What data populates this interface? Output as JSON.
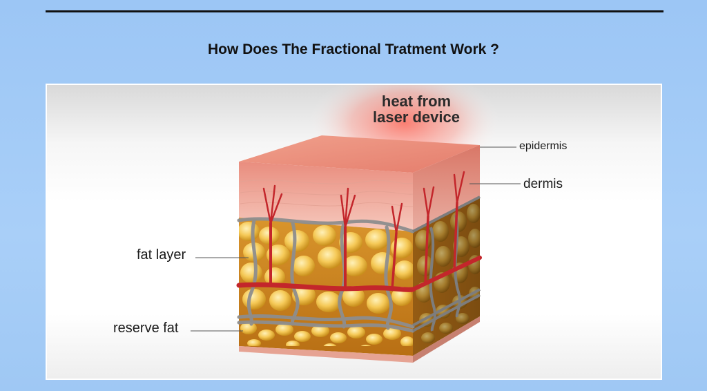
{
  "title": "How Does The Fractional Tratment Work ?",
  "diagram": {
    "heat_label_line1": "heat from",
    "heat_label_line2": "laser device",
    "labels": {
      "epidermis": "epidermis",
      "dermis": "dermis",
      "fat_layer": "fat layer",
      "reserve_fat": "reserve fat"
    }
  },
  "colors": {
    "background": "#a3cbf6",
    "epidermis": "#e98b7b",
    "dermis": "#f3b9ae",
    "fat": "#f3c55a",
    "vessel": "#c3262b",
    "septa": "#9a9a9a"
  }
}
